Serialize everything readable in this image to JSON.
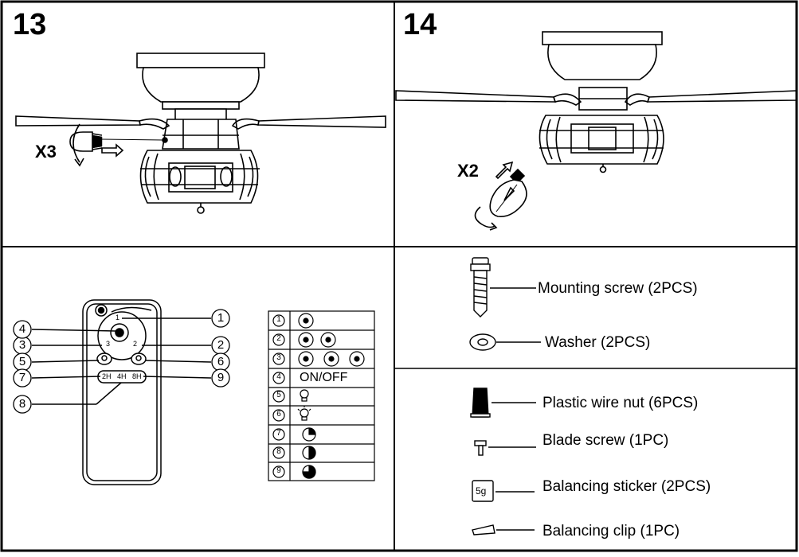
{
  "steps": {
    "step13": {
      "number": "13",
      "multiplier": "X3"
    },
    "step14": {
      "number": "14",
      "multiplier": "X2"
    }
  },
  "remote": {
    "callouts": [
      "1",
      "2",
      "3",
      "4",
      "5",
      "6",
      "7",
      "8",
      "9"
    ],
    "inner_labels": {
      "top": "1",
      "left": "3",
      "right": "2"
    },
    "timer_buttons": [
      "2H",
      "4H",
      "8H"
    ]
  },
  "legend_table": {
    "rows": [
      {
        "num": "1",
        "icon": "fan-speed-1"
      },
      {
        "num": "2",
        "icon": "fan-speed-2"
      },
      {
        "num": "3",
        "icon": "fan-speed-3"
      },
      {
        "num": "4",
        "text": "ON/OFF"
      },
      {
        "num": "5",
        "icon": "light-bulb"
      },
      {
        "num": "6",
        "icon": "light-bulb-dimmer"
      },
      {
        "num": "7",
        "icon": "timer-2h"
      },
      {
        "num": "8",
        "icon": "timer-4h"
      },
      {
        "num": "9",
        "icon": "timer-8h"
      }
    ]
  },
  "parts": {
    "mounting_screw": "Mounting screw (2PCS)",
    "washer": "Washer (2PCS)",
    "wire_nut": "Plastic wire nut (6PCS)",
    "blade_screw": "Blade screw (1PC)",
    "balancing_sticker": "Balancing sticker (2PCS)",
    "sticker_text": "5g",
    "balancing_clip": "Balancing clip (1PC)"
  }
}
